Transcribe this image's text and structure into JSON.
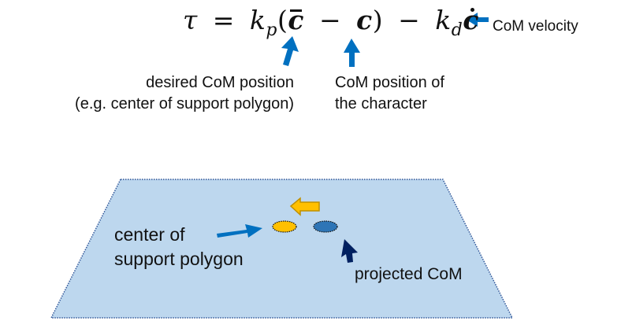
{
  "equation": {
    "tau": "τ",
    "equals": "=",
    "kp_k": "k",
    "kp_sub": "p",
    "open_paren": "(",
    "c_bar": "c",
    "minus1": "−",
    "c": "c",
    "close_paren": ")",
    "minus2": "−",
    "kd_k": "k",
    "kd_sub": "d",
    "c_dot": "c"
  },
  "annotations": {
    "velocity": "CoM velocity",
    "desired_line1": "desired CoM position",
    "desired_line2": "(e.g. center of support polygon)",
    "character_line1": "CoM position of",
    "character_line2": "the character"
  },
  "support_plane": {
    "center_line1": "center of",
    "center_line2": "support polygon",
    "projected": "projected CoM"
  },
  "colors": {
    "arrow_blue": "#0070c0",
    "plane_fill": "#bdd7ee",
    "plane_border": "#2f5597",
    "target_yellow": "#ffc000",
    "target_yellow_border": "#bf9000",
    "com_blue": "#2e75b6",
    "navy_arrow": "#002060"
  }
}
